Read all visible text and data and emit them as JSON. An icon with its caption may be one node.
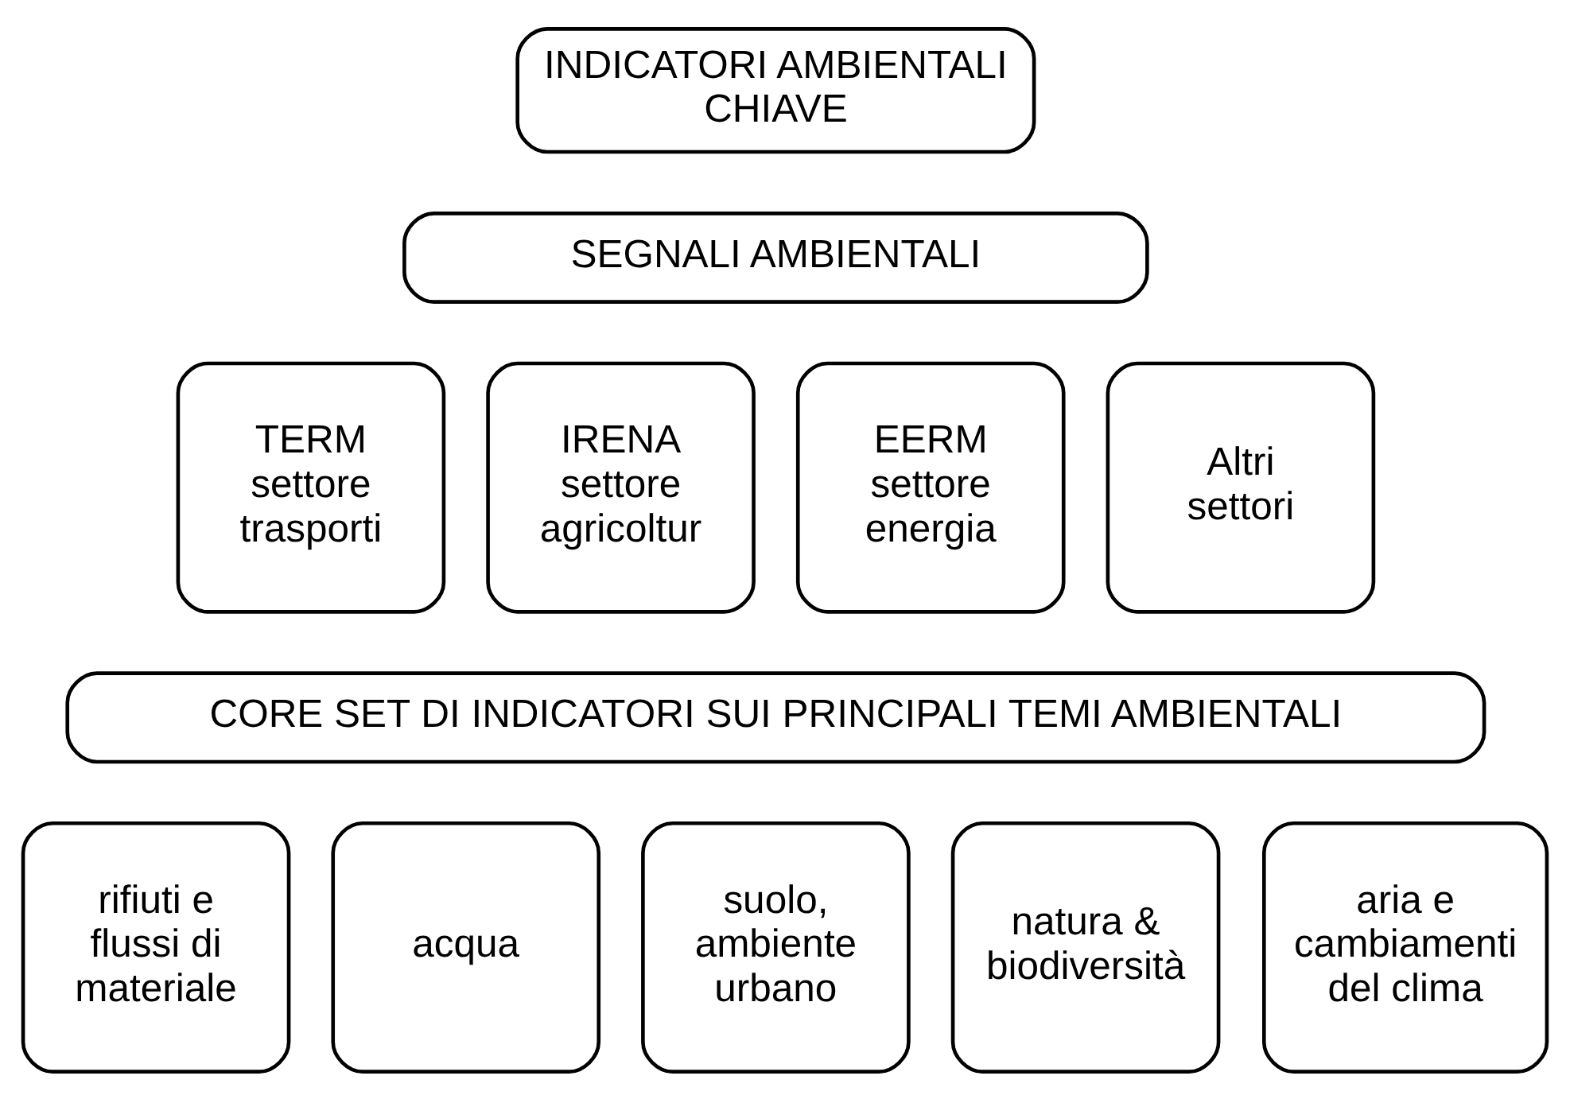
{
  "diagram": {
    "nodes": [
      {
        "text": [
          "INDICATORI AMBIENTALI CHIAVE"
        ]
      },
      {
        "text": [
          "SEGNALI AMBIENTALI"
        ]
      },
      {
        "text": [
          "TERM settore trasporti"
        ]
      },
      {
        "text": [
          "IRENA settore agricoltur"
        ]
      },
      {
        "text": [
          "EERM settore energia"
        ]
      },
      {
        "text": [
          "Altri settori"
        ]
      },
      {
        "text": [
          "CORE SET DI INDICATORI SUI PRINCIPALI TEMI AMBIENTALI"
        ]
      },
      {
        "text": [
          "rifiuti e flussi di materiale"
        ]
      },
      {
        "text": [
          "acqua"
        ]
      },
      {
        "text": [
          "suolo, ambiente urbano"
        ]
      },
      {
        "text": [
          "natura & biodiversità"
        ]
      },
      {
        "text": [
          "aria e cambiamenti del clima"
        ]
      }
    ],
    "edges": []
  }
}
